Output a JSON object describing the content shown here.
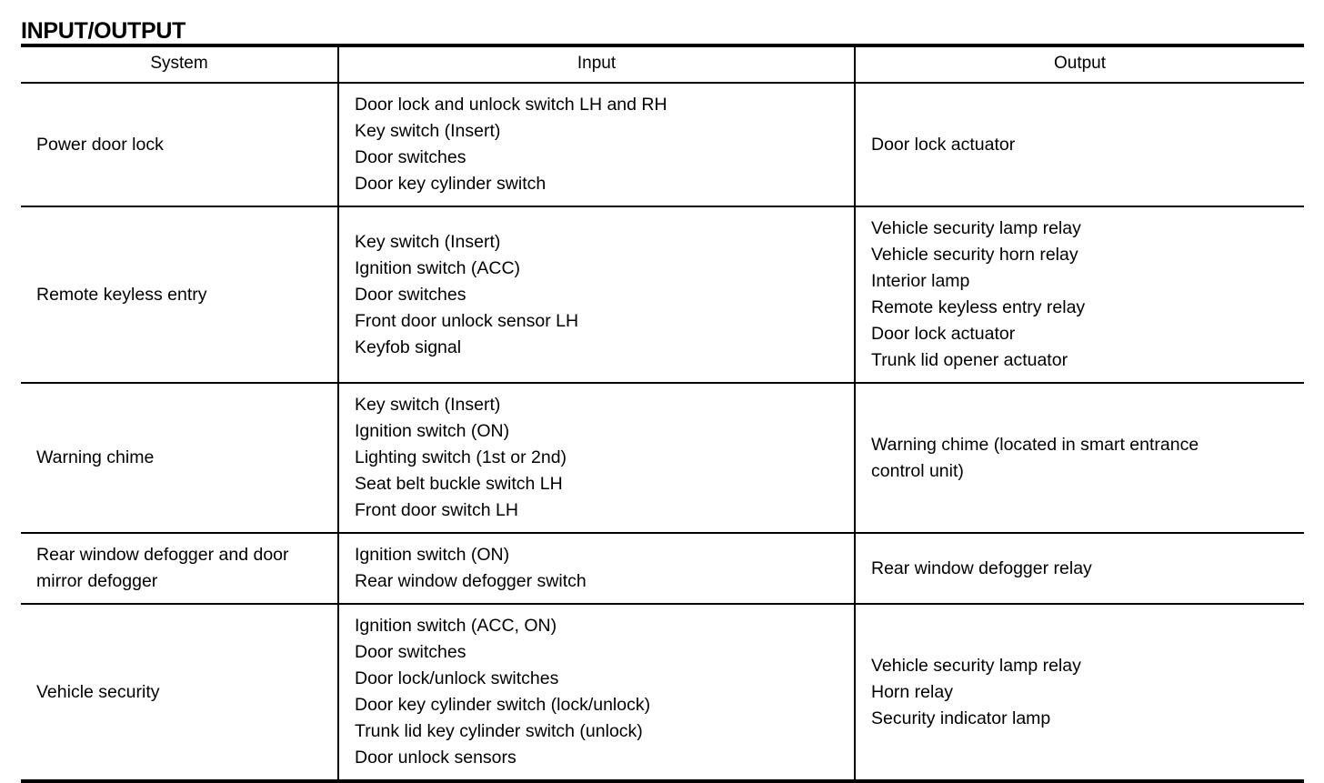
{
  "page": {
    "title": "INPUT/OUTPUT"
  },
  "table": {
    "columns": [
      {
        "key": "system",
        "label": "System"
      },
      {
        "key": "input",
        "label": "Input"
      },
      {
        "key": "output",
        "label": "Output"
      }
    ],
    "rows": [
      {
        "system": "Power door lock",
        "input": [
          "Door lock and unlock switch LH and RH",
          "Key switch (Insert)",
          "Door switches",
          "Door key cylinder switch"
        ],
        "output": [
          "Door lock actuator"
        ]
      },
      {
        "system": "Remote keyless entry",
        "input": [
          "Key switch (Insert)",
          "Ignition switch (ACC)",
          "Door switches",
          "Front door unlock sensor LH",
          "Keyfob signal"
        ],
        "output": [
          "Vehicle security lamp relay",
          "Vehicle security horn relay",
          "Interior lamp",
          "Remote keyless entry relay",
          "Door lock actuator",
          "Trunk lid opener actuator"
        ]
      },
      {
        "system": "Warning chime",
        "input": [
          "Key switch (Insert)",
          "Ignition switch (ON)",
          "Lighting switch (1st or 2nd)",
          "Seat belt buckle switch LH",
          "Front door switch LH"
        ],
        "output": [
          "Warning chime (located in smart entrance",
          "control unit)"
        ]
      },
      {
        "system": "Rear window defogger and door mirror defogger",
        "input": [
          "Ignition switch (ON)",
          "Rear window defogger switch"
        ],
        "output": [
          "Rear window defogger relay"
        ]
      },
      {
        "system": "Vehicle security",
        "input": [
          "Ignition switch (ACC, ON)",
          "Door switches",
          "Door lock/unlock switches",
          "Door key cylinder switch (lock/unlock)",
          "Trunk lid key cylinder switch (unlock)",
          "Door unlock sensors"
        ],
        "output": [
          "Vehicle security lamp relay",
          "Horn relay",
          "Security indicator lamp"
        ]
      }
    ]
  }
}
